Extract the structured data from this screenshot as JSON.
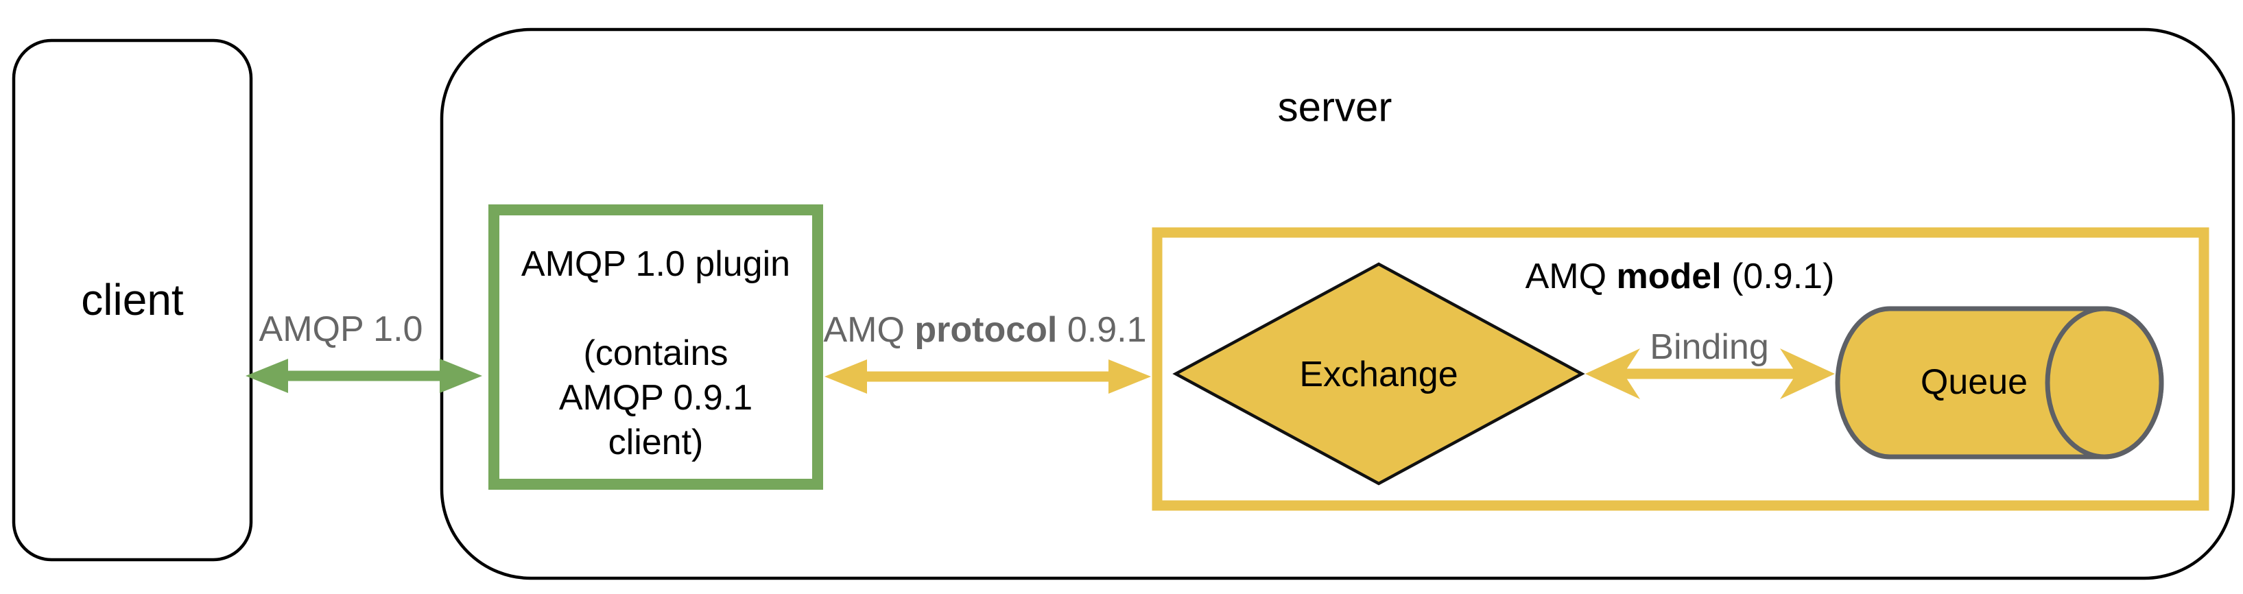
{
  "diagram": {
    "client": {
      "label": "client"
    },
    "server": {
      "label": "server"
    },
    "plugin": {
      "line1": "AMQP 1.0 plugin",
      "line2": "(contains",
      "line3": "AMQP 0.9.1",
      "line4": "client)"
    },
    "link_client_plugin": {
      "label": "AMQP 1.0"
    },
    "link_plugin_model": {
      "label_pre": "AMQ ",
      "label_bold": "protocol",
      "label_post": " 0.9.1"
    },
    "model": {
      "label_pre": "AMQ ",
      "label_bold": "model",
      "label_post": " (0.9.1)"
    },
    "exchange": {
      "label": "Exchange"
    },
    "binding": {
      "label": "Binding"
    },
    "queue": {
      "label": "Queue"
    },
    "colors": {
      "green": "#76a75b",
      "gold": "#e9c24d",
      "gray_label": "#666666",
      "box_stroke": "#000000",
      "cylinder_stroke": "#5d6066"
    }
  }
}
